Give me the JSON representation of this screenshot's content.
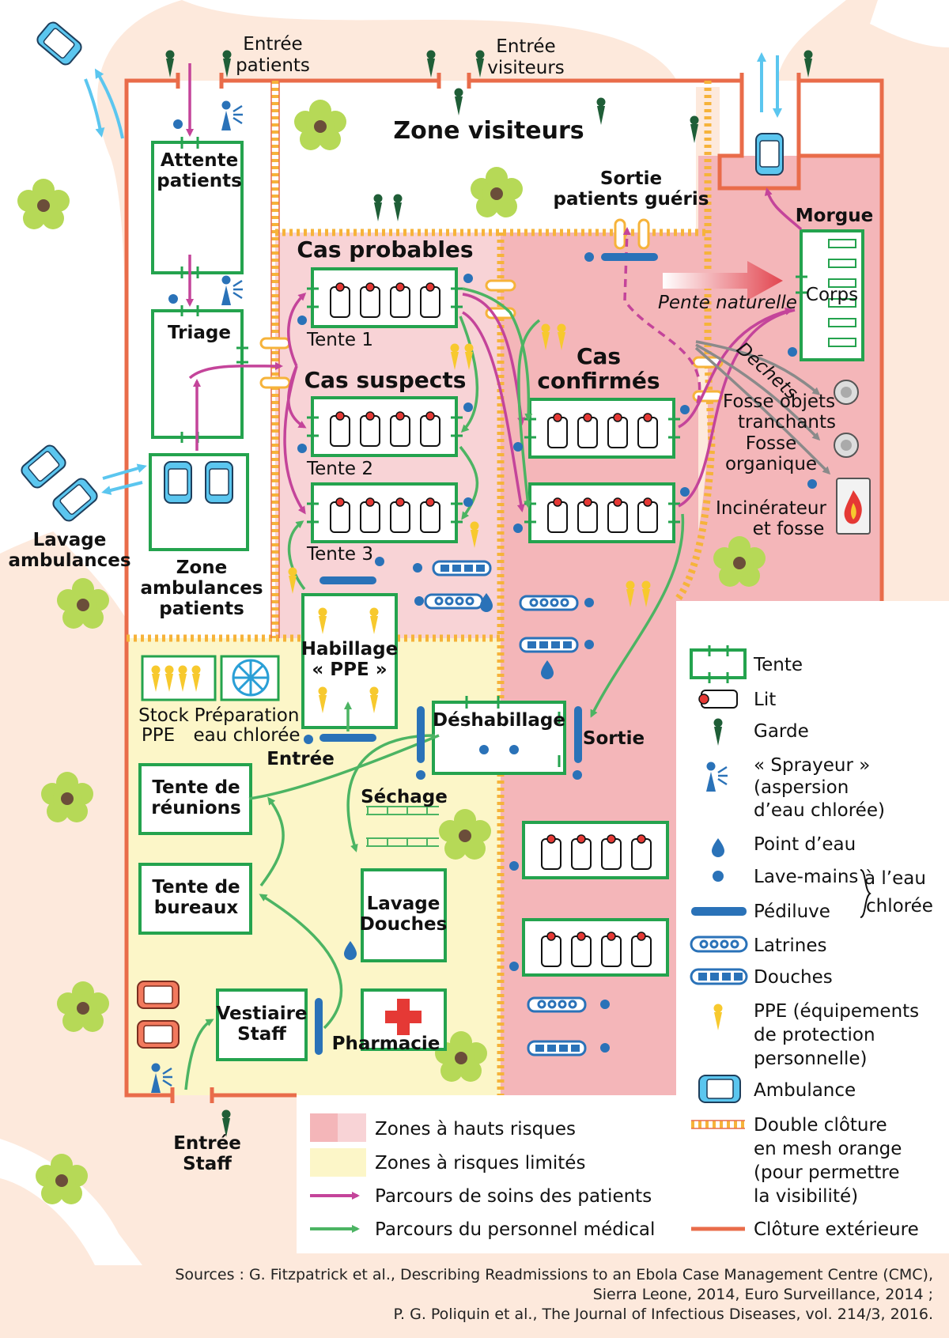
{
  "labels": {
    "entree_patients": [
      "Entrée",
      "patients"
    ],
    "entree_visiteurs": [
      "Entrée",
      "visiteurs"
    ],
    "zone_visiteurs": "Zone visiteurs",
    "attente_patients": [
      "Attente",
      "patients"
    ],
    "triage": "Triage",
    "zone_ambulances": [
      "Zone",
      "ambulances",
      "patients"
    ],
    "lavage_ambulances": [
      "Lavage",
      "ambulances"
    ],
    "sortie_gueris": [
      "Sortie",
      "patients guéris"
    ],
    "morgue": "Morgue",
    "corps": "Corps",
    "pente_naturelle": "Pente naturelle",
    "dechets": "Déchets",
    "fosse_objets": [
      "Fosse objets",
      "tranchants"
    ],
    "fosse_organique": [
      "Fosse",
      "organique"
    ],
    "incinerateur": [
      "Incinérateur",
      "et fosse"
    ],
    "cas_probables": "Cas probables",
    "cas_suspects": "Cas suspects",
    "cas_confirmes": [
      "Cas",
      "confirmés"
    ],
    "tente1": "Tente 1",
    "tente2": "Tente 2",
    "tente3": "Tente 3",
    "habillage": [
      "Habillage",
      "« PPE »"
    ],
    "entree": "Entrée",
    "stock_ppe": [
      "Stock",
      "PPE"
    ],
    "preparation": [
      "Préparation",
      "eau chlorée"
    ],
    "deshabillage": "Déshabillage",
    "sortie": "Sortie",
    "sechage": "Séchage",
    "tente_reunions": [
      "Tente de",
      "réunions"
    ],
    "tente_bureaux": [
      "Tente de",
      "bureaux"
    ],
    "lavage_douches": [
      "Lavage",
      "Douches"
    ],
    "vestiaire": [
      "Vestiaire",
      "Staff"
    ],
    "pharmacie": "Pharmacie",
    "entree_staff": [
      "Entrée",
      "Staff"
    ]
  },
  "legend_bottom": [
    "Zones à hauts risques",
    "Zones à risques limités",
    "Parcours de soins des patients",
    "Parcours du personnel médical"
  ],
  "legend_right": {
    "tente": "Tente",
    "lit": "Lit",
    "garde": "Garde",
    "sprayeur": [
      "« Sprayeur »",
      "(aspersion",
      "d’eau chlorée)"
    ],
    "point_eau": "Point d’eau",
    "lave_mains": "Lave-mains",
    "chlore": [
      "à l’eau",
      "chlorée"
    ],
    "pediluve": "Pédiluve",
    "latrines": "Latrines",
    "douches": "Douches",
    "ppe": [
      "PPE (équipements",
      "de protection",
      "personnelle)"
    ],
    "ambulance": "Ambulance",
    "double_cloture": [
      "Double clôture",
      "en mesh orange",
      "(pour permettre",
      "la visibilité)"
    ],
    "cloture_ext": "Clôture extérieure"
  },
  "sources": [
    "Sources : G. Fitzpatrick et al., Describing Readmissions to an Ebola Case Management Centre (CMC),",
    "Sierra Leone, 2014, Euro Surveillance, 2014 ;",
    "P. G. Poliquin et al., The Journal of Infectious Diseases, vol. 214/3, 2016."
  ],
  "colors": {
    "background": "#fde9dc",
    "high_risk_dark": "#f4b6b9",
    "high_risk_light": "#f8d3d6",
    "limited_risk": "#fcf6c8",
    "tent_green": "#24a34e",
    "patient_path": "#c4449a",
    "staff_path": "#4cb463",
    "outer_fence": "#e96c4a",
    "mesh_fence": "#f6b33a",
    "blue": "#2a72b8",
    "ambulance": "#5bc6ef",
    "bush": "#b6d957"
  }
}
